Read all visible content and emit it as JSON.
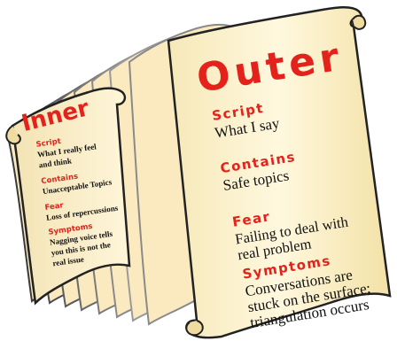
{
  "inner": {
    "title": "Inner",
    "sections": [
      {
        "heading": "Script",
        "lines": [
          "What I really feel",
          "and think"
        ]
      },
      {
        "heading": "Contains",
        "lines": [
          "Unacceptable Topics"
        ]
      },
      {
        "heading": "Fear",
        "lines": [
          "Loss of repercussions"
        ]
      },
      {
        "heading": "Symptoms",
        "lines": [
          "Nagging voice tells",
          "you this is not the",
          "real issue"
        ]
      }
    ]
  },
  "outer": {
    "title": "Outer",
    "sections": [
      {
        "heading": "Script",
        "lines": [
          "What I say"
        ]
      },
      {
        "heading": "Contains",
        "lines": [
          "Safe topics"
        ]
      },
      {
        "heading": "Fear",
        "lines": [
          "Failing to deal with",
          "real problem"
        ]
      },
      {
        "heading": "Symptoms",
        "lines": [
          "Conversations are",
          "stuck on the surface;",
          "triangulation occurs"
        ]
      }
    ]
  },
  "colors": {
    "paper": "#fdf3cf",
    "paper_dark": "#f4e2a6",
    "heading": "#e3231b",
    "text": "#111111",
    "inner_edge": "#9a9a9a"
  }
}
